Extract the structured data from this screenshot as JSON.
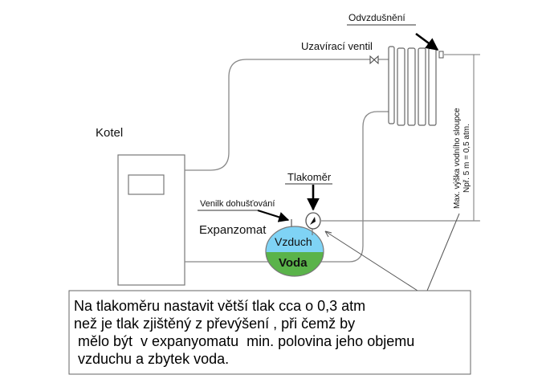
{
  "labels": {
    "kotel": "Kotel",
    "odvzdusneni": "Odvzdušnění",
    "uzaviraci_ventil": "Uzavírací ventil",
    "tlakomer": "Tlakoměr",
    "ventil_dohustovani": "Venilk dohušťování",
    "expanzomat": "Expanzomat",
    "vzduch": "Vzduch",
    "voda": "Voda",
    "vertical_1": "Max. výška vodního sloupce",
    "vertical_2": "Npř. 5 m = 0,5 atm."
  },
  "note": {
    "lines": [
      "Na tlakoměru nastavit větší tlak cca o 0,3 atm",
      "než je tlak zjištěný z převýšení , při čemž by",
      " mělo být  v expanyomatu  min. polovina jeho objemu",
      " vzduchu a zbytek voda."
    ]
  },
  "colors": {
    "air": "#7fd3f5",
    "water": "#5ab34a",
    "line": "#8a8a8a",
    "arrow": "#000000"
  }
}
